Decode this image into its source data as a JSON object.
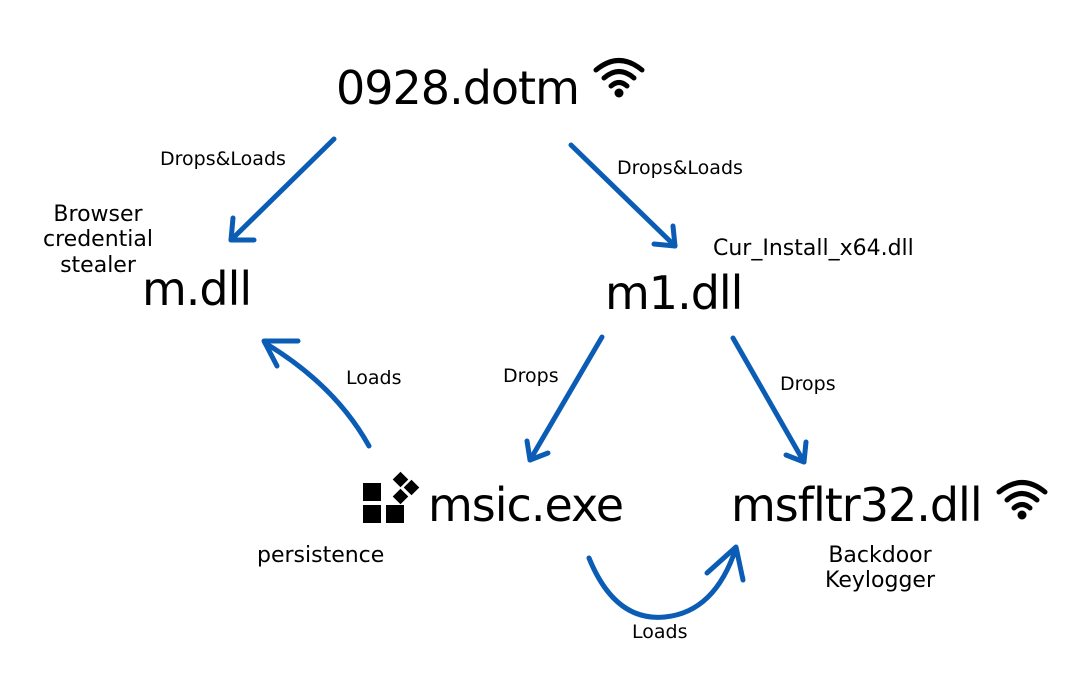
{
  "colors": {
    "arrow": "#0a5cb5",
    "text": "#000000",
    "background": "#ffffff"
  },
  "nodes": {
    "dotm": {
      "label": "0928.dotm",
      "icon": "wifi-icon"
    },
    "m_dll": {
      "label": "m.dll",
      "note": [
        "Browser",
        "credential",
        "stealer"
      ]
    },
    "m1_dll": {
      "label": "m1.dll",
      "note": "Cur_Install_x64.dll"
    },
    "msic_exe": {
      "label": "msic.exe",
      "icon": "installer-icon",
      "note": "persistence"
    },
    "msfltr32_dll": {
      "label": "msfltr32.dll",
      "icon": "wifi-icon",
      "note": [
        "Backdoor",
        "Keylogger"
      ]
    }
  },
  "edges": [
    {
      "from": "0928.dotm",
      "to": "m.dll",
      "label": "Drops&Loads"
    },
    {
      "from": "0928.dotm",
      "to": "m1.dll",
      "label": "Drops&Loads"
    },
    {
      "from": "m1.dll",
      "to": "msic.exe",
      "label": "Drops"
    },
    {
      "from": "m1.dll",
      "to": "msfltr32.dll",
      "label": "Drops"
    },
    {
      "from": "msic.exe",
      "to": "m.dll",
      "label": "Loads"
    },
    {
      "from": "msic.exe",
      "to": "msfltr32.dll",
      "label": "Loads"
    }
  ]
}
